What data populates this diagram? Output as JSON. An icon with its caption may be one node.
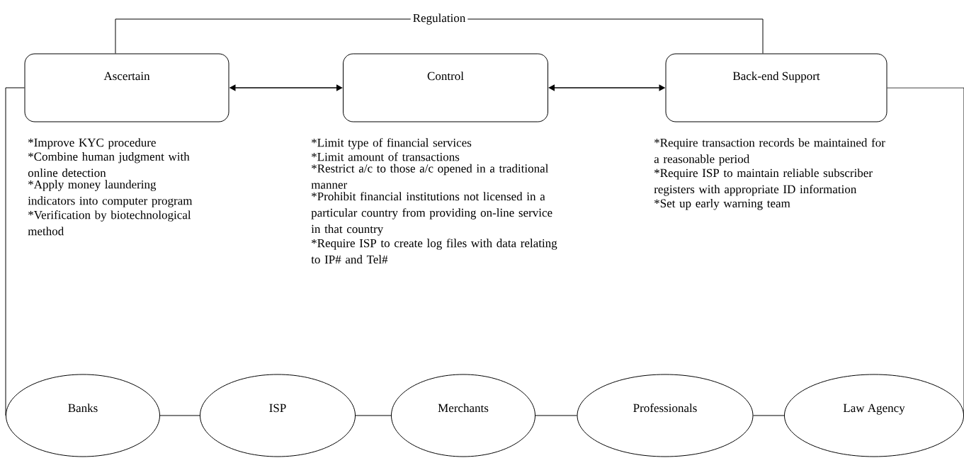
{
  "diagram": {
    "nodes": [
      {
        "text": [
          "Ascertain"
        ],
        "beside": [
          "*Improve KYC procedure",
          "*Combine human judgment with online detection",
          "*Apply money laundering indicators into computer program",
          "*Verification by biotechnological method"
        ]
      },
      {
        "text": [
          "Control"
        ],
        "beside": [
          "*Limit type of financial services",
          "*Limit amount of transactions",
          "*Restrict a/c to those a/c opened in a traditional manner",
          "*Prohibit financial institutions not licensed in a particular country from providing on-line service in that country",
          "*Require ISP to create log files with data relating to IP# and Tel#"
        ]
      },
      {
        "text": [
          "Back-end Support"
        ],
        "beside": [
          "*Require transaction records be maintained for a reasonable period",
          "*Require ISP to maintain reliable subscriber registers with appropriate ID information",
          "*Set up early warning team"
        ]
      },
      {
        "text": [
          "Banks"
        ]
      },
      {
        "text": [
          "ISP"
        ]
      },
      {
        "text": [
          "Merchants"
        ]
      },
      {
        "text": [
          "Professionals"
        ]
      },
      {
        "text": [
          "Law Agency"
        ]
      }
    ],
    "edges": [
      {
        "from": 0,
        "to": 1,
        "arrow": "both"
      },
      {
        "from": 1,
        "to": 2,
        "arrow": "both"
      },
      {
        "from": 0,
        "to": 2,
        "arrow": "none",
        "label": "Regulation"
      },
      {
        "from": 0,
        "to": 3,
        "arrow": "none"
      },
      {
        "from": 2,
        "to": 7,
        "arrow": "none"
      },
      {
        "from": 3,
        "to": 4,
        "arrow": "none"
      },
      {
        "from": 4,
        "to": 5,
        "arrow": "none"
      },
      {
        "from": 5,
        "to": 6,
        "arrow": "none"
      },
      {
        "from": 6,
        "to": 7,
        "arrow": "none"
      }
    ]
  }
}
